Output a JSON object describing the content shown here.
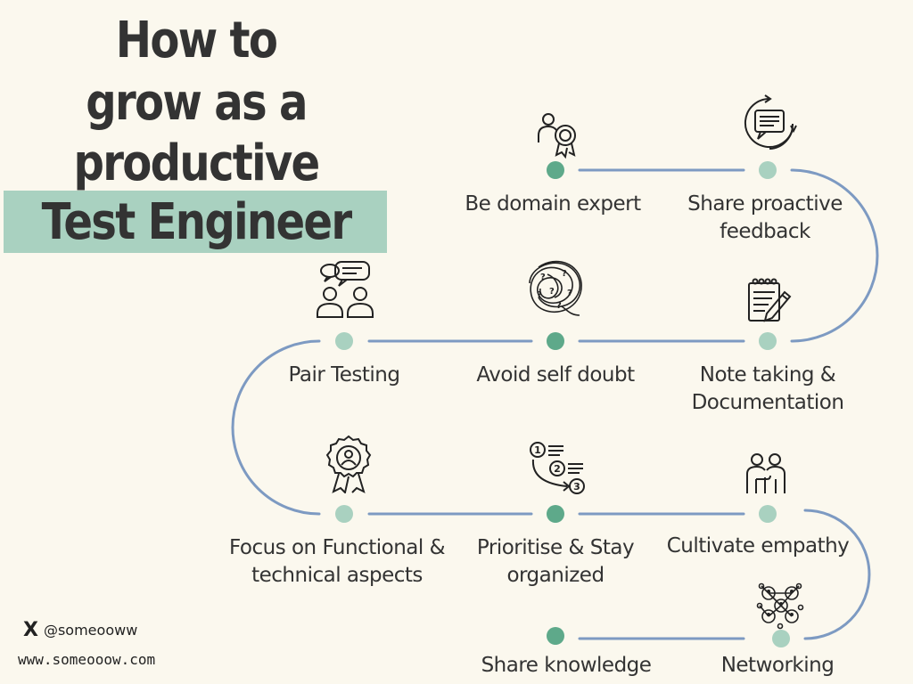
{
  "title": {
    "lines": [
      "How to",
      "grow as a",
      "productive",
      "Test Engineer"
    ]
  },
  "colors": {
    "background": "#fbf8ee",
    "band": "#a9d1c0",
    "path": "#7d9ac2",
    "dot_dark": "#5ea98a",
    "dot_light": "#a9d1c0",
    "text": "#333333"
  },
  "steps": [
    {
      "id": "domain-expert",
      "lines": [
        "Be domain expert"
      ],
      "icon": "award-person-icon"
    },
    {
      "id": "proactive-feedback",
      "lines": [
        "Share proactive",
        "feedback"
      ],
      "icon": "chat-feedback-icon"
    },
    {
      "id": "note-taking",
      "lines": [
        "Note taking &",
        "Documentation"
      ],
      "icon": "notepad-pen-icon"
    },
    {
      "id": "self-doubt",
      "lines": [
        "Avoid self doubt"
      ],
      "icon": "tangled-thoughts-icon"
    },
    {
      "id": "pair-testing",
      "lines": [
        "Pair Testing"
      ],
      "icon": "two-people-chat-icon"
    },
    {
      "id": "functional-technical",
      "lines": [
        "Focus on Functional &",
        "technical aspects"
      ],
      "icon": "badge-person-icon"
    },
    {
      "id": "prioritise",
      "lines": [
        "Prioritise & Stay",
        "organized"
      ],
      "icon": "numbered-list-icon"
    },
    {
      "id": "empathy",
      "lines": [
        "Cultivate empathy"
      ],
      "icon": "people-hug-icon"
    },
    {
      "id": "networking",
      "lines": [
        "Networking"
      ],
      "icon": "network-people-icon"
    },
    {
      "id": "share-knowledge",
      "lines": [
        "Share knowledge"
      ],
      "icon": null
    }
  ],
  "footer": {
    "x_icon_glyph": "X",
    "handle": "@someooww",
    "website": "www.someooow.com"
  }
}
